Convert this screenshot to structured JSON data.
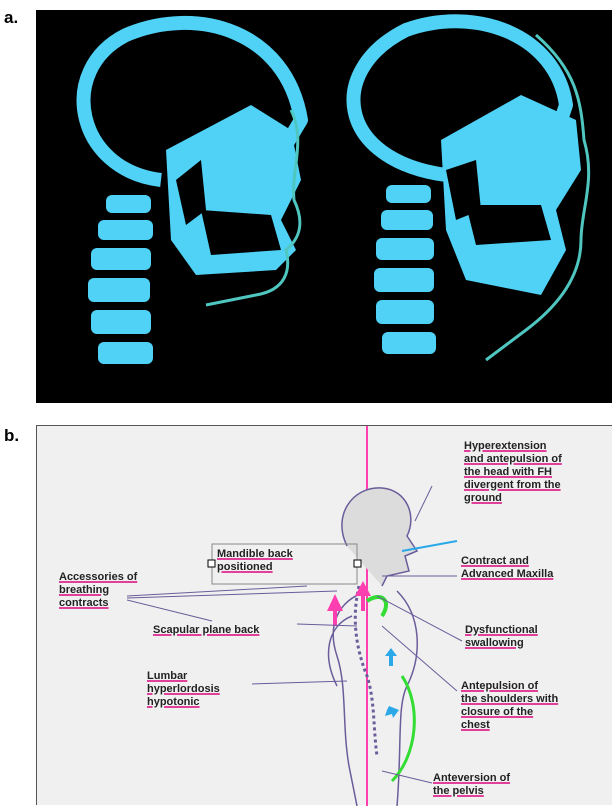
{
  "panels": {
    "a": "a.",
    "b": "b."
  },
  "colors": {
    "bone": "#4fd2f5",
    "skin": "#4fc7c0",
    "background_a": "#000000",
    "background_b": "#f0f0f0",
    "pink": "#ff3fb0",
    "green": "#33dd33",
    "cyan": "#2aa8e8",
    "outline": "#6b5c9a"
  },
  "annotations": {
    "hyperextension": [
      "Hyperextension",
      "and antepulsion of",
      "the head with FH",
      "divergent from the",
      "ground"
    ],
    "mandible": [
      "Mandible back",
      "positioned"
    ],
    "maxilla": [
      "Contract and",
      "Advanced Maxilla"
    ],
    "accessories": [
      "Accessories of",
      "breathing",
      "contracts"
    ],
    "scapular": [
      "Scapular plane back"
    ],
    "swallowing": [
      "Dysfunctional",
      "swallowing"
    ],
    "lumbar": [
      "Lumbar",
      "hyperlordosis",
      "hypotonic"
    ],
    "shoulders": [
      "Antepulsion of",
      "the shoulders with",
      "closure of the",
      "chest"
    ],
    "pelvis": [
      "Anteversion of",
      "the pelvis"
    ]
  }
}
